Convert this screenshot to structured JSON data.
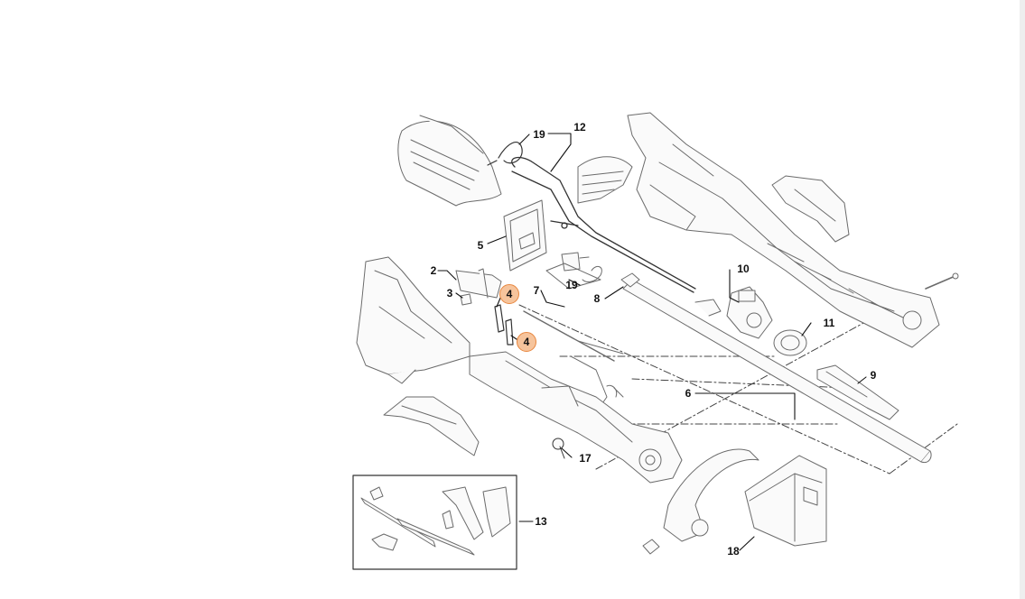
{
  "labels": {
    "p2": "2",
    "p3": "3",
    "p4a": "4",
    "p4b": "4",
    "p5": "5",
    "p6": "6",
    "p7": "7",
    "p8": "8",
    "p9": "9",
    "p10": "10",
    "p11": "11",
    "p12": "12",
    "p13": "13",
    "p17": "17",
    "p18": "18",
    "p19a": "19",
    "p19b": "19"
  },
  "colors": {
    "line": "#6b6b6b",
    "dark": "#111111",
    "highlight_fill": "#f6c49c",
    "highlight_border": "#e8873f"
  }
}
